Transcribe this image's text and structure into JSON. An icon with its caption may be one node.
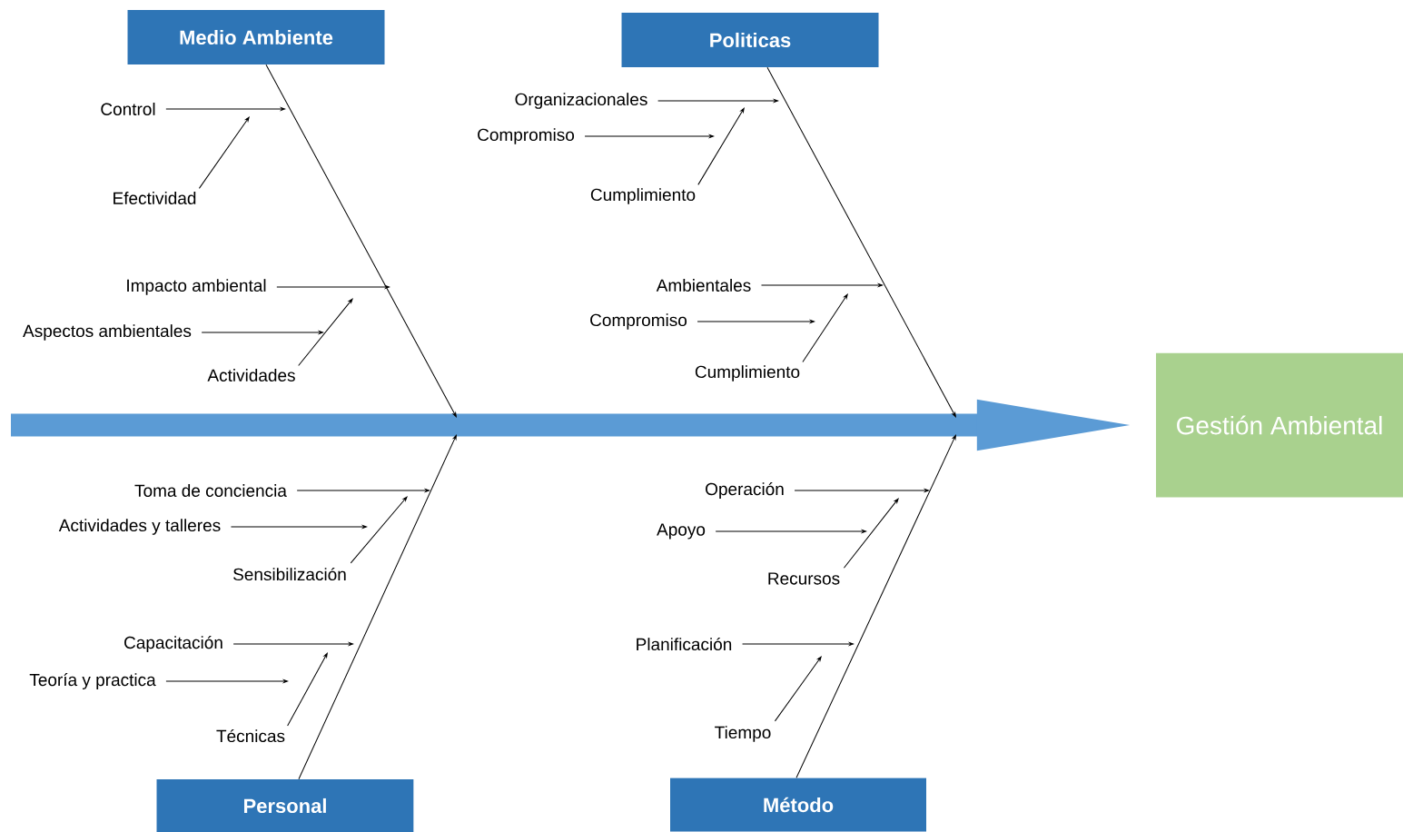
{
  "diagram": {
    "nodes": [
      {
        "text": [
          "Medio Ambiente"
        ]
      },
      {
        "text": [
          "Politicas"
        ]
      },
      {
        "text": [
          "Personal"
        ]
      },
      {
        "text": [
          "Método"
        ]
      },
      {
        "text": [
          "Gestión Ambiental"
        ]
      },
      {
        "text": [
          "Control"
        ]
      },
      {
        "text": [
          "Efectividad"
        ]
      },
      {
        "text": [
          "Impacto ambiental"
        ]
      },
      {
        "text": [
          "Aspectos ambientales"
        ]
      },
      {
        "text": [
          "Actividades"
        ]
      },
      {
        "text": [
          "Organizacionales"
        ]
      },
      {
        "text": [
          "Compromiso"
        ]
      },
      {
        "text": [
          "Cumplimiento"
        ]
      },
      {
        "text": [
          "Ambientales"
        ]
      },
      {
        "text": [
          "Compromiso"
        ]
      },
      {
        "text": [
          "Cumplimiento"
        ]
      },
      {
        "text": [
          "Toma de conciencia"
        ]
      },
      {
        "text": [
          "Actividades y talleres"
        ]
      },
      {
        "text": [
          "Sensibilización"
        ]
      },
      {
        "text": [
          "Capacitación"
        ]
      },
      {
        "text": [
          "Teoría y practica"
        ]
      },
      {
        "text": [
          "Técnicas"
        ]
      },
      {
        "text": [
          "Operación"
        ]
      },
      {
        "text": [
          "Apoyo"
        ]
      },
      {
        "text": [
          "Recursos"
        ]
      },
      {
        "text": [
          "Planificación"
        ]
      },
      {
        "text": [
          "Tiempo"
        ]
      }
    ],
    "edges": [
      {
        "from": null,
        "to": 4,
        "arrow": "to",
        "style": "thick",
        "color": "#5b9bd5"
      },
      {
        "from": 0,
        "to": null,
        "arrow": "to"
      },
      {
        "from": 1,
        "to": null,
        "arrow": "to"
      },
      {
        "from": 2,
        "to": null,
        "arrow": "to"
      },
      {
        "from": 3,
        "to": null,
        "arrow": "to"
      },
      {
        "from": 5,
        "to": null,
        "arrow": "to"
      },
      {
        "from": 6,
        "to": null,
        "arrow": "to"
      },
      {
        "from": 7,
        "to": null,
        "arrow": "to"
      },
      {
        "from": 8,
        "to": null,
        "arrow": "to"
      },
      {
        "from": 9,
        "to": null,
        "arrow": "to"
      },
      {
        "from": 10,
        "to": null,
        "arrow": "to"
      },
      {
        "from": 11,
        "to": null,
        "arrow": "to"
      },
      {
        "from": 12,
        "to": null,
        "arrow": "to"
      },
      {
        "from": 13,
        "to": null,
        "arrow": "to"
      },
      {
        "from": 14,
        "to": null,
        "arrow": "to"
      },
      {
        "from": 15,
        "to": null,
        "arrow": "to"
      },
      {
        "from": 16,
        "to": null,
        "arrow": "to"
      },
      {
        "from": 17,
        "to": null,
        "arrow": "to"
      },
      {
        "from": 18,
        "to": null,
        "arrow": "to"
      },
      {
        "from": 19,
        "to": null,
        "arrow": "to"
      },
      {
        "from": 20,
        "to": null,
        "arrow": "to"
      },
      {
        "from": 21,
        "to": null,
        "arrow": "to"
      },
      {
        "from": 22,
        "to": null,
        "arrow": "to"
      },
      {
        "from": 23,
        "to": null,
        "arrow": "to"
      },
      {
        "from": 24,
        "to": null,
        "arrow": "to"
      },
      {
        "from": 25,
        "to": null,
        "arrow": "to"
      },
      {
        "from": 26,
        "to": null,
        "arrow": "to"
      }
    ]
  }
}
